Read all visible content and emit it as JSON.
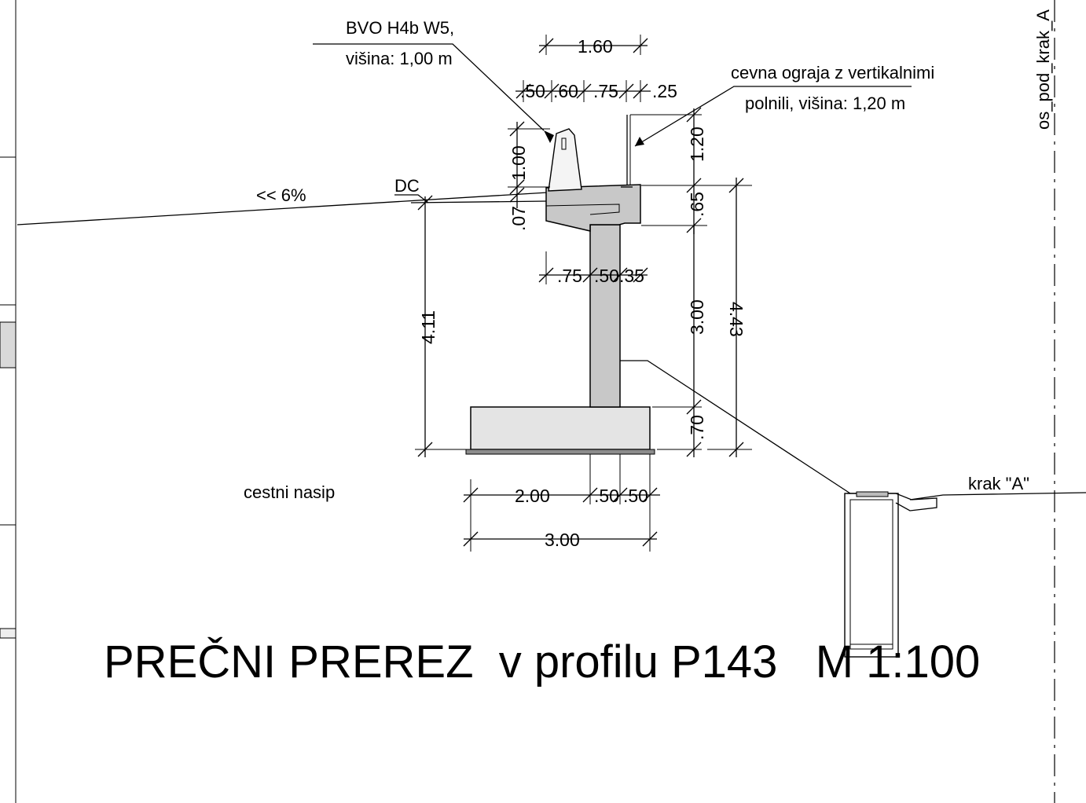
{
  "title": "PREČNI PREREZ  v profilu P143   M 1:100",
  "axis_label": "os_pod_krak_A",
  "labels": {
    "barrier_line1": "BVO H4b W5,",
    "barrier_line2": "višina: 1,00 m",
    "railing_line1": "cevna ograja z vertikalnimi",
    "railing_line2": "polnili,  višina: 1,20 m",
    "slope": "<< 6%",
    "road": "DC",
    "embankment": "cestni nasip",
    "branch": "krak \"A\""
  },
  "dimensions": {
    "top_total": "1.60",
    "top_a": ".50",
    "top_b": ".60",
    "top_c": ".75",
    "top_d": ".25",
    "barrier_height": "1.00",
    "slab_offset": ".07",
    "railing_height": "1.20",
    "slab_thickness": ".65",
    "wall_a": ".75",
    "wall_b": ".50",
    "wall_c": ".35",
    "left_height": "4.11",
    "wall_height": "3.00",
    "total_height": "4.43",
    "footing_height": ".70",
    "base_a": "2.00",
    "base_b": ".50",
    "base_c": ".50",
    "base_total": "3.00"
  },
  "colors": {
    "wall_fill": "#c8c8c8",
    "footing_fill": "#e4e4e4",
    "barrier_fill": "#f4f4f4",
    "base_fill": "#8c8c8c"
  }
}
